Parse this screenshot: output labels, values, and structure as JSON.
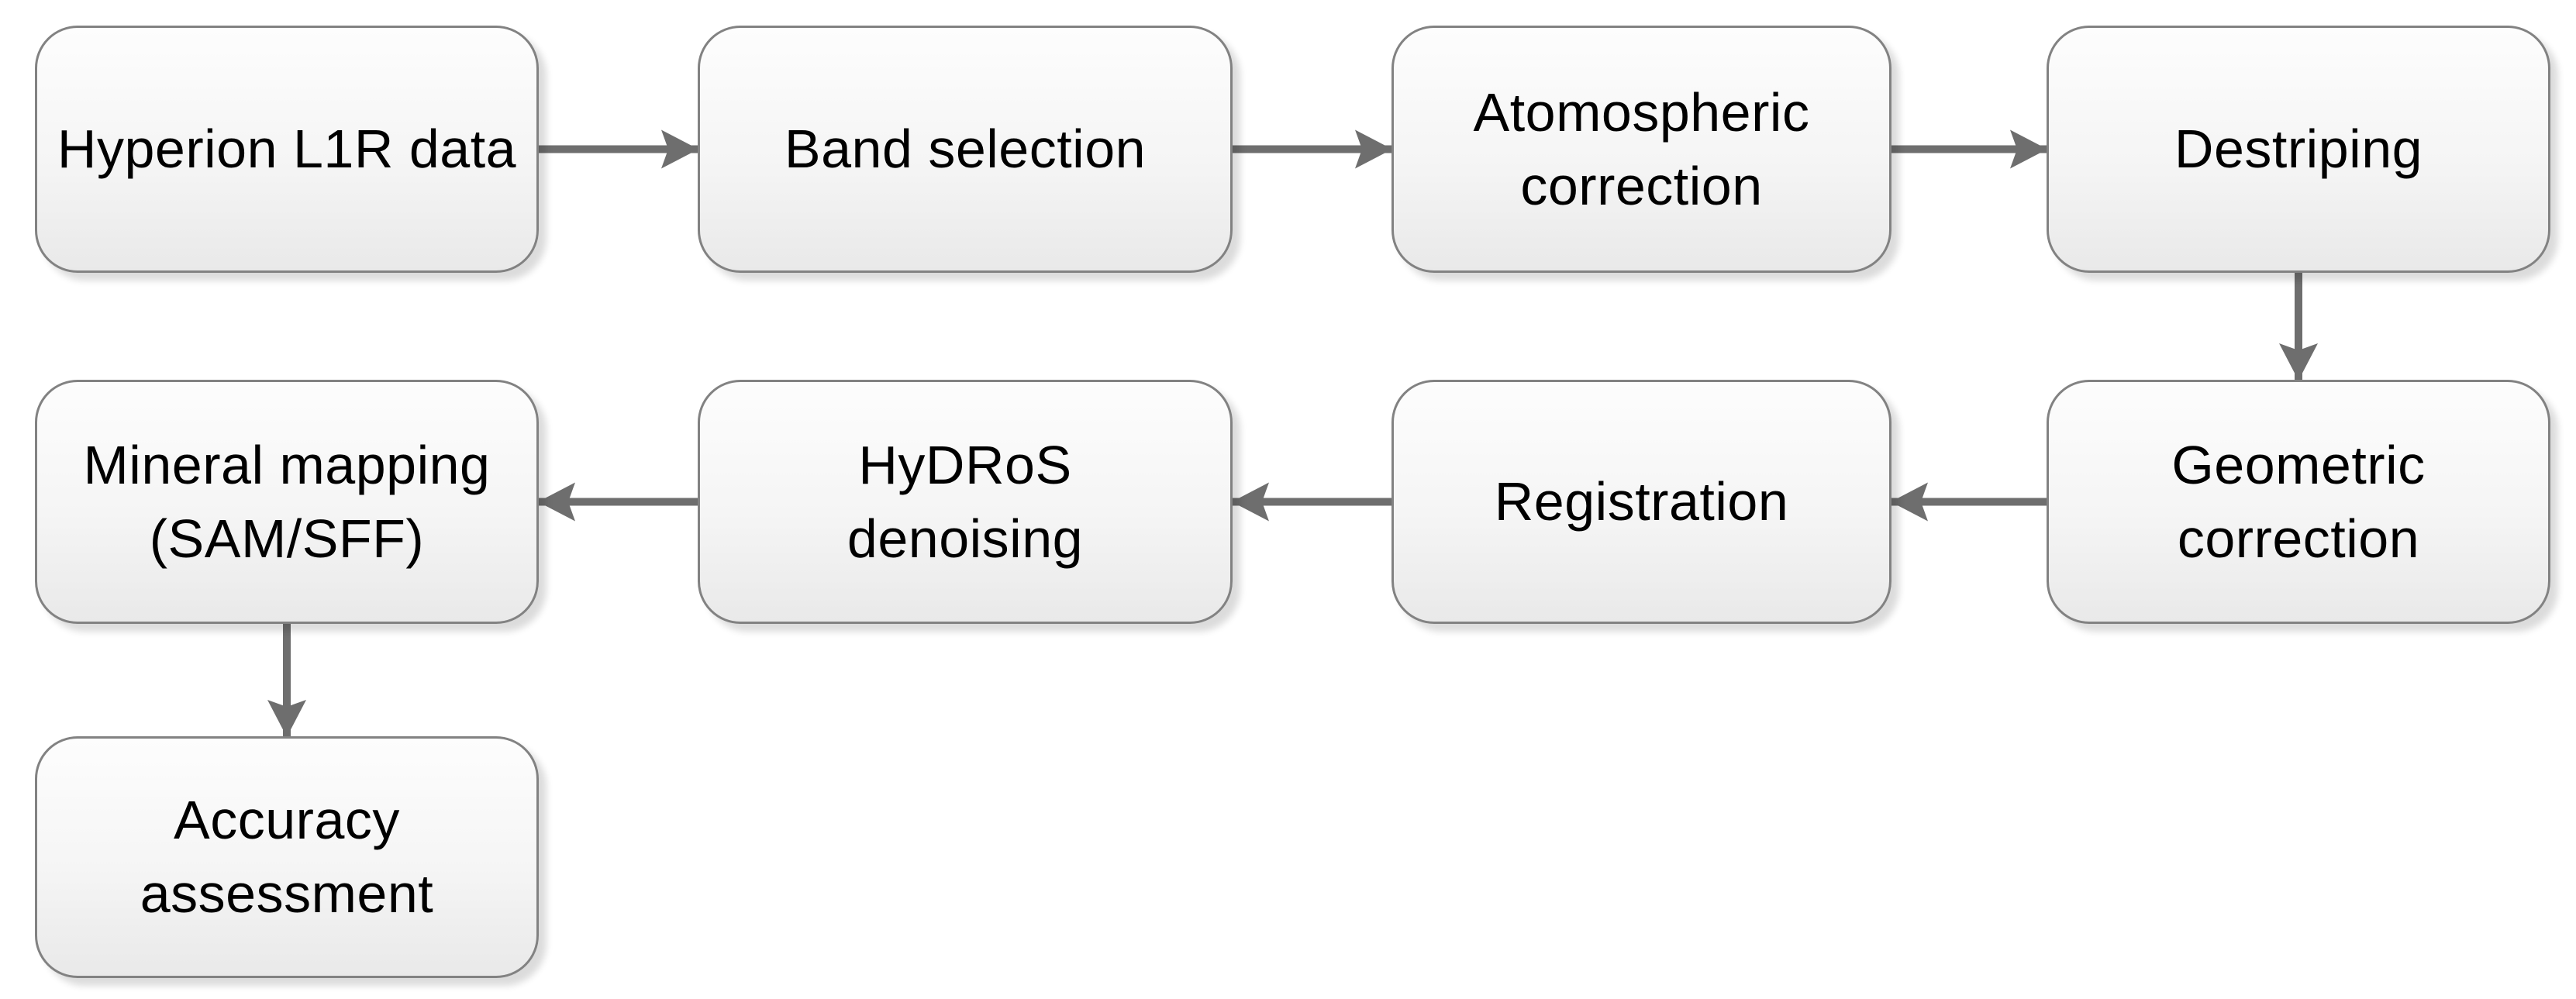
{
  "diagram": {
    "type": "flowchart",
    "nodes": [
      {
        "id": "hyperion",
        "label": "Hyperion L1R data"
      },
      {
        "id": "band",
        "label": "Band selection"
      },
      {
        "id": "atmospheric",
        "label": "Atomospheric\ncorrection"
      },
      {
        "id": "destriping",
        "label": "Destriping"
      },
      {
        "id": "geometric",
        "label": "Geometric\ncorrection"
      },
      {
        "id": "registration",
        "label": "Registration"
      },
      {
        "id": "hydros",
        "label": "HyDRoS\ndenoising"
      },
      {
        "id": "mineral",
        "label": "Mineral mapping\n(SAM/SFF)"
      },
      {
        "id": "accuracy",
        "label": "Accuracy\nassessment"
      }
    ],
    "edges": [
      {
        "from": "hyperion",
        "to": "band"
      },
      {
        "from": "band",
        "to": "atmospheric"
      },
      {
        "from": "atmospheric",
        "to": "destriping"
      },
      {
        "from": "destriping",
        "to": "geometric"
      },
      {
        "from": "geometric",
        "to": "registration"
      },
      {
        "from": "registration",
        "to": "hydros"
      },
      {
        "from": "hydros",
        "to": "mineral"
      },
      {
        "from": "mineral",
        "to": "accuracy"
      }
    ],
    "colors": {
      "background": "#ffffff",
      "node_fill_top": "#fdfdfd",
      "node_fill_bottom": "#e9e9e9",
      "node_border": "#828282",
      "arrow": "#6e6e6e",
      "text": "#000000"
    }
  }
}
